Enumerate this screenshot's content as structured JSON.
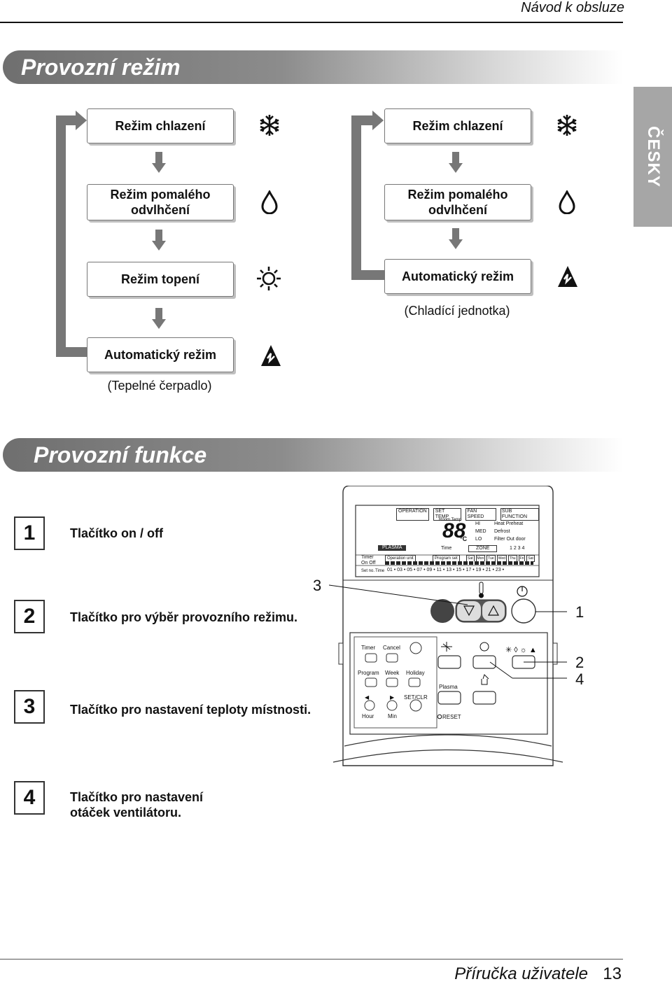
{
  "header": {
    "doc_title": "Návod k obsluze"
  },
  "side_tab": {
    "language": "ČESKY"
  },
  "section1": {
    "title": "Provozní režim",
    "left_flow": {
      "modes": [
        "Režim chlazení",
        "Režim pomalého odvlhčení",
        "Režim topení",
        "Automatický režim"
      ],
      "caption": "(Tepelné čerpadlo)",
      "icons": [
        "snowflake-icon",
        "drop-icon",
        "sun-icon",
        "auto-mode-icon"
      ]
    },
    "right_flow": {
      "modes": [
        "Režim chlazení",
        "Režim pomalého odvlhčení",
        "Automatický režim"
      ],
      "caption": "(Chladící jednotka)",
      "icons": [
        "snowflake-icon",
        "drop-icon",
        "auto-mode-icon"
      ]
    }
  },
  "section2": {
    "title": "Provozní funkce",
    "functions": [
      {
        "num": "1",
        "label": "Tlačítko on / off"
      },
      {
        "num": "2",
        "label": "Tlačítko pro výběr provozního režimu."
      },
      {
        "num": "3",
        "label": "Tlačítko pro nastavení teploty místnosti."
      },
      {
        "num": "4",
        "label": "Tlačítko pro nastavení otáček ventilátoru."
      }
    ],
    "callouts": {
      "c3": "3",
      "c1": "1",
      "c2": "2",
      "c4": "4"
    }
  },
  "remote": {
    "display": {
      "tabs": [
        "OPERATION",
        "SET TEMP",
        "FAN SPEED",
        "SUB FUNCTION"
      ],
      "room_temp": "Room Temp",
      "digits": "88",
      "unit": "°C",
      "fan_levels": [
        "HI",
        "MED",
        "LO"
      ],
      "sub_functions": [
        "Heat Preheat",
        "Defrost",
        "Filter Out door"
      ],
      "plasma": "PLASMA",
      "time": "Time",
      "zone": "ZONE",
      "zone_numbers": "1 2 3 4",
      "timer": "Timer",
      "on_off": "On  Off",
      "operation_unit": "Operation unit",
      "program_set": "Program set",
      "set_no": "Set no.",
      "time_small": "Time",
      "hours": "01 • 03 • 05 • 07 • 09 • 11 • 13 • 15 • 17 • 19 • 21 • 23 •",
      "days": [
        "Sat",
        "Mon",
        "Tue",
        "Wed",
        "Thu",
        "Fri",
        "Sat"
      ]
    },
    "buttons": {
      "timer": "Timer",
      "cancel": "Cancel",
      "program": "Program",
      "week": "Week",
      "holiday": "Holiday",
      "set_clr": "SET/CLR",
      "hour": "Hour",
      "min": "Min",
      "plasma": "Plasma",
      "reset": "RESET",
      "left_arrow": "◀",
      "right_arrow": "▶"
    }
  },
  "footer": {
    "title": "Příručka uživatele",
    "page": "13"
  }
}
